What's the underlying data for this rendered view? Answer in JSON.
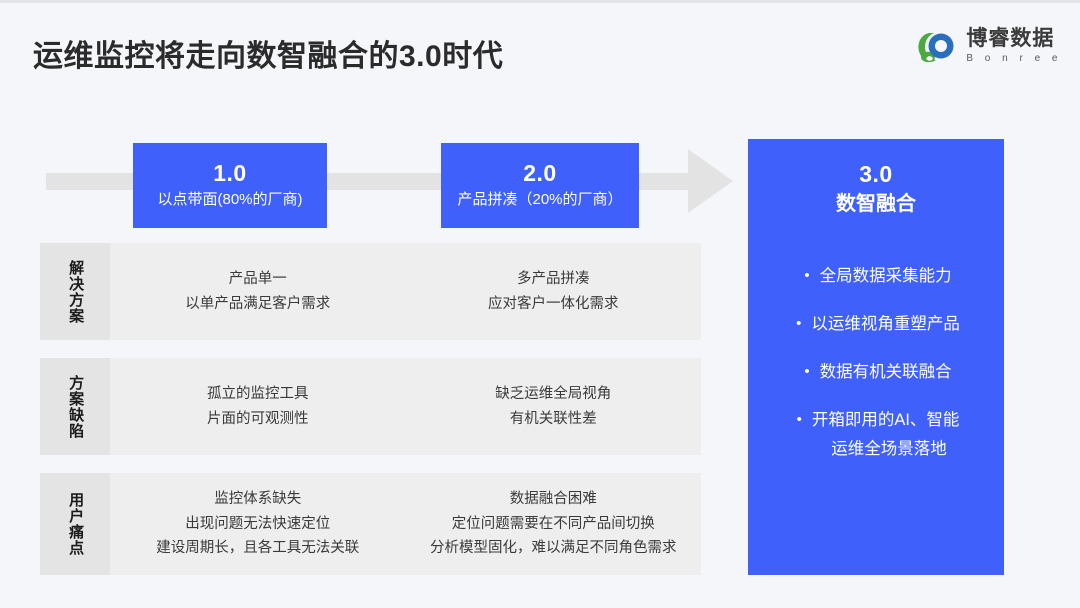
{
  "header": {
    "title": "运维监控将走向数智融合的3.0时代",
    "logo": {
      "cn": "博睿数据",
      "en": "B o n r e e",
      "mark_green": "#4aa93f",
      "mark_blue": "#2a6fbb"
    }
  },
  "colors": {
    "accent_blue": "#3f60fb",
    "page_background": "#f5f6fa",
    "row_background": "#eeeeee",
    "row_label_background": "#e4e4e4",
    "arrow_gray": "#e3e3e3"
  },
  "stages": [
    {
      "version": "1.0",
      "desc": "以点带面(80%的厂商)"
    },
    {
      "version": "2.0",
      "desc": "产品拼凑（20%的厂商）"
    }
  ],
  "panel3": {
    "version": "3.0",
    "title": "数智融合",
    "bullet_glyph": "•",
    "bullets": [
      {
        "text": "全局数据采集能力",
        "second_line": ""
      },
      {
        "text": "以运维视角重塑产品",
        "second_line": ""
      },
      {
        "text": "数据有机关联融合",
        "second_line": ""
      },
      {
        "text": "开箱即用的AI、智能",
        "second_line": "运维全场景落地"
      }
    ]
  },
  "comparison": {
    "rows": [
      {
        "label": "解决方案",
        "cells": [
          {
            "lines": [
              "产品单一",
              "以单产品满足客户需求"
            ]
          },
          {
            "lines": [
              "多产品拼凑",
              "应对客户一体化需求"
            ]
          }
        ]
      },
      {
        "label": "方案缺陷",
        "cells": [
          {
            "lines": [
              "孤立的监控工具",
              "片面的可观测性"
            ]
          },
          {
            "lines": [
              "缺乏运维全局视角",
              "有机关联性差"
            ]
          }
        ]
      },
      {
        "label": "用户痛点",
        "cells": [
          {
            "lines": [
              "监控体系缺失",
              "出现问题无法快速定位",
              "建设周期长，且各工具无法关联"
            ]
          },
          {
            "lines": [
              "数据融合困难",
              "定位问题需要在不同产品间切换",
              "分析模型固化，难以满足不同角色需求"
            ]
          }
        ]
      }
    ]
  }
}
